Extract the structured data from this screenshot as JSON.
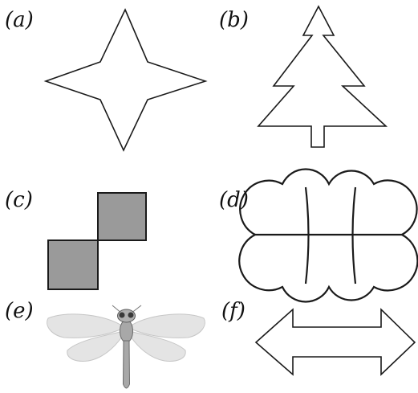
{
  "figures": [
    {
      "label": "(a)",
      "shape": "four-point-star"
    },
    {
      "label": "(b)",
      "shape": "pine-tree"
    },
    {
      "label": "(c)",
      "shape": "two-diagonal-squares"
    },
    {
      "label": "(d)",
      "shape": "six-lobed-cloud-grid"
    },
    {
      "label": "(e)",
      "shape": "dragonfly"
    },
    {
      "label": "(f)",
      "shape": "double-headed-arrow"
    }
  ],
  "colors": {
    "stroke": "#1a1a1a",
    "square_fill": "#9a9a9a",
    "wing_fill": "#e4e4e4",
    "body_fill": "#a8a8a8"
  }
}
